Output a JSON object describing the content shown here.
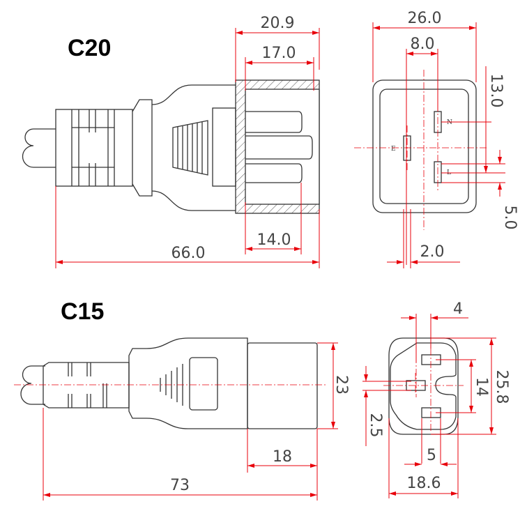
{
  "c20": {
    "title": "C20",
    "side_dims": {
      "overall_width": "20.9",
      "inner_width": "17.0",
      "pin_length": "14.0",
      "total_length": "66.0"
    },
    "front_dims": {
      "width": "26.0",
      "pin_spacing": "8.0",
      "height_offset": "13.0",
      "pin_width": "5.0",
      "pin_thickness": "2.0"
    },
    "pin_labels": {
      "neutral": "N",
      "live": "L",
      "earth": "E"
    }
  },
  "c15": {
    "title": "C15",
    "side_dims": {
      "height": "23",
      "head_length": "18",
      "total_length": "73"
    },
    "front_dims": {
      "pin_width": "4",
      "height": "25.8",
      "pin_spacing": "14",
      "earth_thickness": "2.5",
      "pin_offset": "5",
      "width": "18.6"
    }
  }
}
